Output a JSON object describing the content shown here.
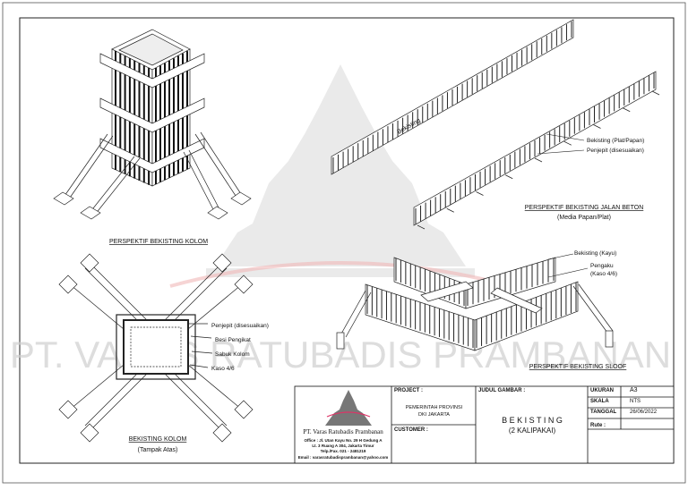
{
  "watermark": {
    "company": "PT. VARAS RATUBADIS PRAMBANAN"
  },
  "drawings": {
    "kolom_perspective": {
      "title": "PERSPEKTIF BEKISTING KOLOM"
    },
    "kolom_plan": {
      "title": "BEKISTING KOLOM",
      "subtitle": "(Tampak Atas)",
      "labels": [
        "Penjepit (disesuaikan)",
        "Besi Pengikat",
        "Sabuk Kolom",
        "Kaso 4/6"
      ]
    },
    "jalan_beton": {
      "title": "PERSPEKTIF BEKISTING JALAN BETON",
      "subtitle": "(Media Papan/Plat)",
      "labels": [
        "Bekisting (Plat/Papan)",
        "Penjepit (disesuaikan)"
      ],
      "rail_text": "Bekisting"
    },
    "sloof": {
      "title": "PERSPEKTIF BEKISTING SLOOF",
      "labels": [
        "Bekisting (Kayu)",
        "Pengaku",
        "(Kaso 4/6)"
      ]
    }
  },
  "title_block": {
    "logo_company": "PT. Varas Ratubadis Prambanan",
    "office": "Office : Jl. Utan Kayu No. 29 H Gedung A",
    "address": "Lt. 3 Ruang A 304, Jakarta Timur",
    "phone": "Telp./Fax. 021 - 2481219",
    "email": "Email : varasratubadisprambanan@yahoo.com",
    "project_label": "PROJECT :",
    "project_value_1": "PEMERINTAH PROVINSI",
    "project_value_2": "DKI JAKARTA",
    "customer_label": "CUSTOMER :",
    "judul_label": "JUDUL GAMBAR :",
    "judul_value_1": "B E K I S T I N G",
    "judul_value_2": "(2 KALIPAKAI)",
    "ukuran_label": "UKURAN",
    "ukuran_value": "A3",
    "skala_label": "SKALA",
    "skala_value": "NTS",
    "tanggal_label": "TANGGAL",
    "tanggal_value": "26/06/2022",
    "rute_label": "Rute :"
  }
}
